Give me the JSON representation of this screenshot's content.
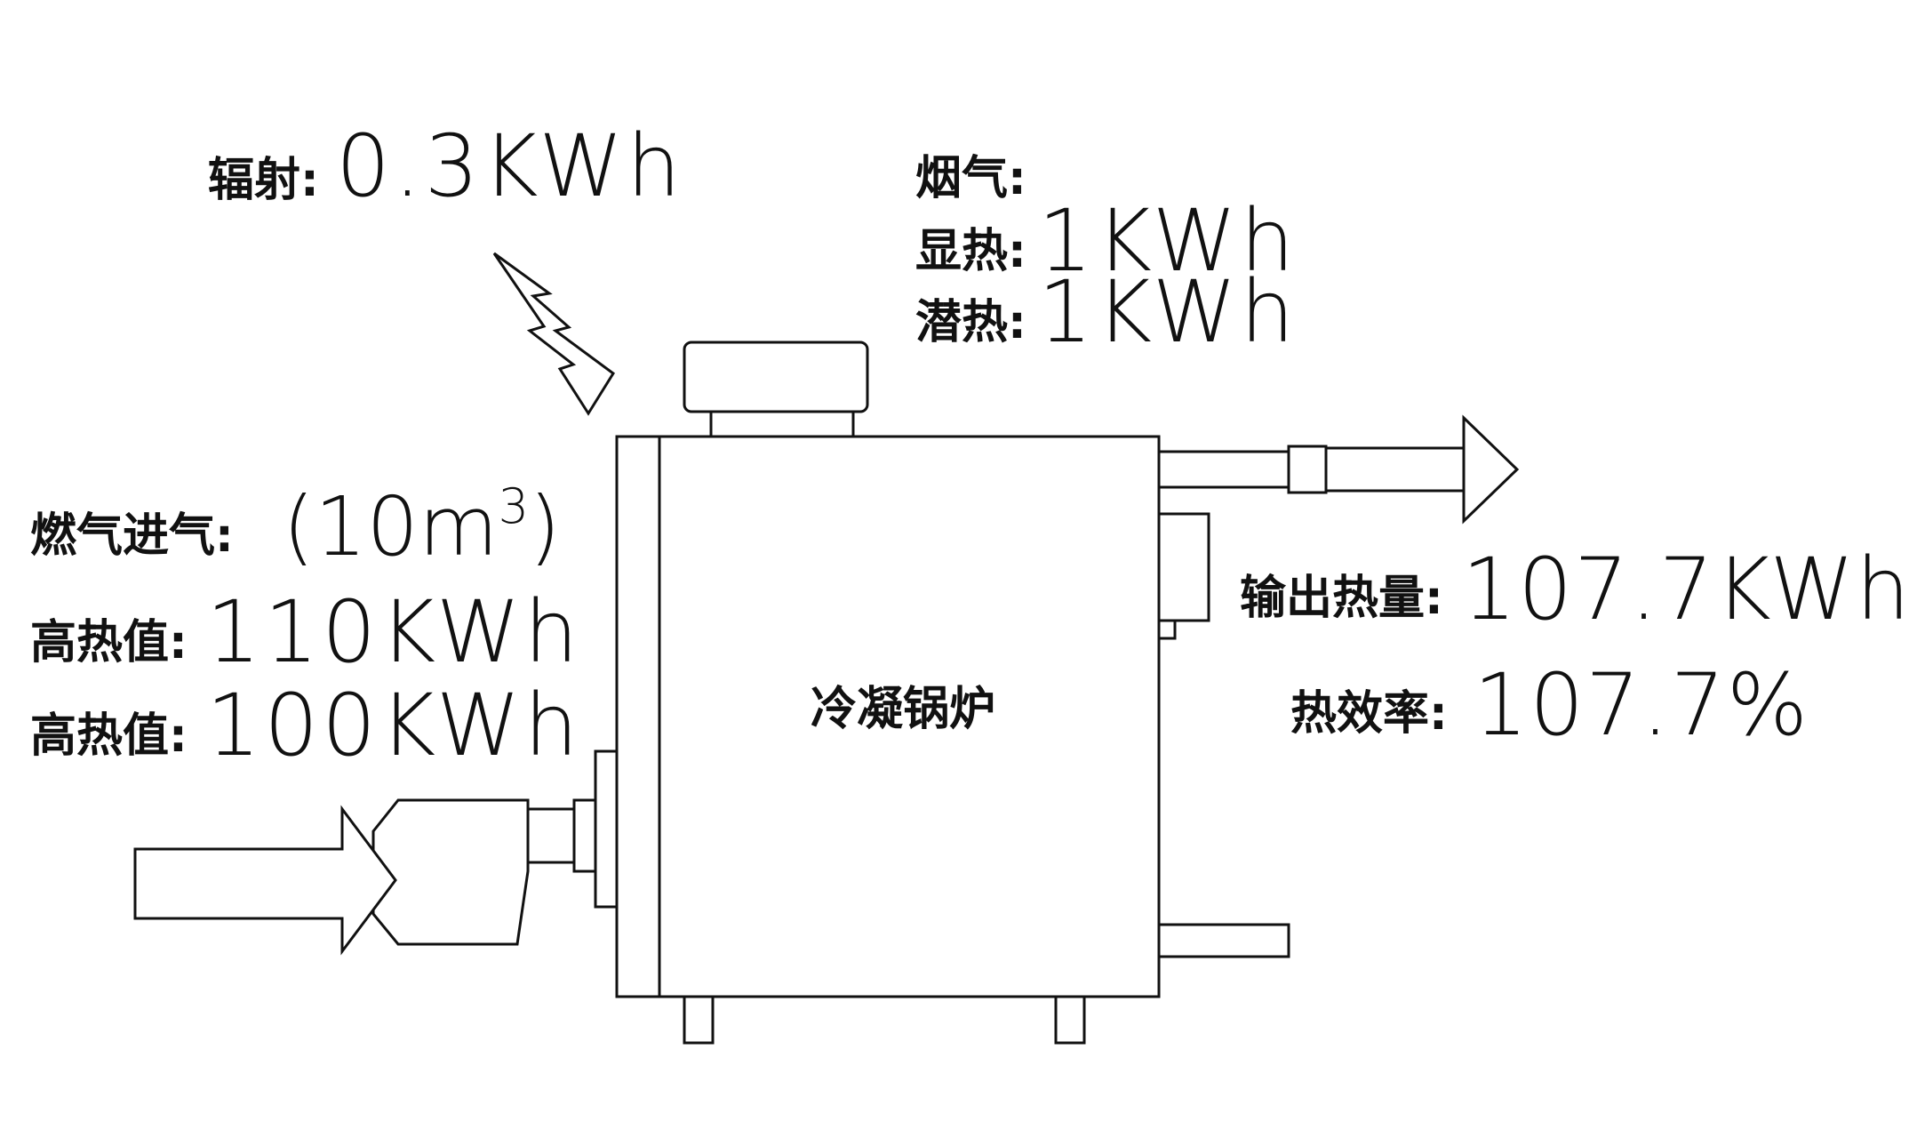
{
  "radiation": {
    "label": "辐射:",
    "value": "0.3KWh"
  },
  "flue_gas": {
    "label": "烟气:",
    "sensible_label": "显热:",
    "sensible_value": "1KWh",
    "latent_label": "潜热:",
    "latent_value": "1KWh"
  },
  "gas_input": {
    "label": "燃气进气:",
    "volume_open": "(10m",
    "volume_sup": "3",
    "volume_close": ")",
    "hhv_label": "高热值:",
    "hhv_value": "110KWh",
    "lhv_label": "高热值:",
    "lhv_value": "100KWh"
  },
  "output": {
    "heat_label": "输出热量:",
    "heat_value": "107.7KWh",
    "efficiency_label": "热效率:",
    "efficiency_value": "107.7%"
  },
  "boiler": {
    "label": "冷凝锅炉"
  }
}
